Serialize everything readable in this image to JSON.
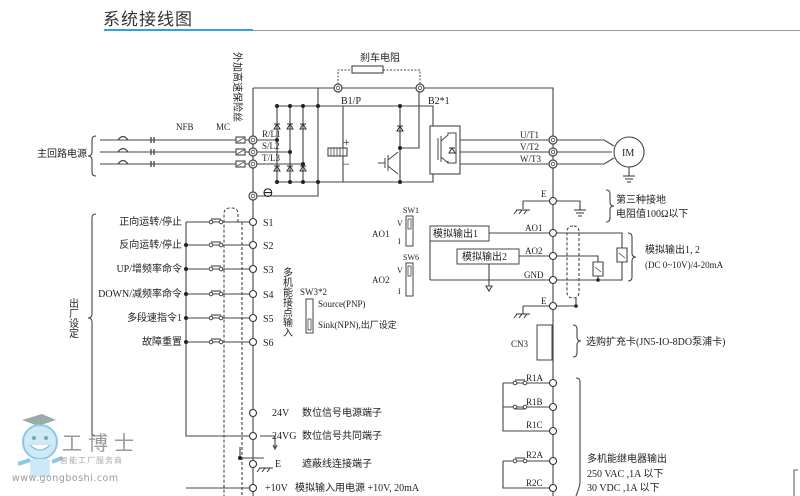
{
  "header": {
    "title": "系统接线图",
    "accent_color": "#2ea3dc"
  },
  "main_circuit": {
    "power_label": "主回路电源",
    "breaker_label": "NFB",
    "contactor_label": "MC",
    "fuse_label": "外加高速保险丝",
    "input_terminals": [
      "R/L1",
      "S/L2",
      "T/L3"
    ],
    "brake_resistor_label": "刹车电阻",
    "dc_terminals": [
      "B1/P",
      "B2*1"
    ],
    "negative_symbol": "⊖",
    "plus_symbol": "+",
    "minus_symbol": "−",
    "output_terminals": [
      "U/T1",
      "V/T2",
      "W/T3"
    ],
    "motor_label": "IM"
  },
  "grounding": {
    "terminal": "E",
    "note_line1": "第三种接地",
    "note_line2": "电阻值100Ω以下"
  },
  "digital_inputs": {
    "group_label": "出厂设定",
    "inputs": [
      {
        "label": "正向运转/停止",
        "terminal": "S1"
      },
      {
        "label": "反向运转/停止",
        "terminal": "S2"
      },
      {
        "label": "UP/增频率命令",
        "terminal": "S3"
      },
      {
        "label": "DOWN/减频率命令",
        "terminal": "S4"
      },
      {
        "label": "多段速指令1",
        "terminal": "S5"
      },
      {
        "label": "故障重置",
        "terminal": "S6"
      }
    ],
    "side_label": "多机能接点输入",
    "sw3_label": "SW3*2",
    "sw3_options": [
      "Source(PNP)",
      "Sink(NPN),出厂设定"
    ]
  },
  "analog_outputs": {
    "ao1_label": "AO1",
    "ao2_label": "AO2",
    "sw1_label": "SW1",
    "sw6_label": "SW6",
    "switch_v": "V",
    "switch_i": "I",
    "box1": "模拟输出1",
    "box2": "模拟输出2",
    "terminals": [
      "AO1",
      "AO2",
      "GND"
    ],
    "e_terminal": "E",
    "note_line1": "模拟输出1, 2",
    "note_line2": "(DC 0~10V)/4-20mA"
  },
  "expansion": {
    "connector": "CN3",
    "note": "选购扩充卡(JN5-IO-8DO泵浦卡)"
  },
  "power_terminals": [
    {
      "terminal": "24V",
      "desc": "数位信号电源端子"
    },
    {
      "terminal": "24VG",
      "desc": "数位信号共同端子"
    },
    {
      "terminal": "E",
      "desc": "遮蔽线连接端子"
    },
    {
      "terminal": "+10V",
      "desc": "模拟输入用电源 +10V, 20mA"
    }
  ],
  "relay_outputs": {
    "terminals": [
      "R1A",
      "R1B",
      "R1C",
      "R2A",
      "R2C"
    ],
    "note_line1": "多机能继电器输出",
    "note_line2": "250 VAC ,1A 以下",
    "note_line3": "30 VDC ,1A 以下"
  },
  "watermark": {
    "brand": "工博士",
    "sub": "智能工厂服务商",
    "url": "www.gongboshi.com",
    "registered": "®"
  }
}
